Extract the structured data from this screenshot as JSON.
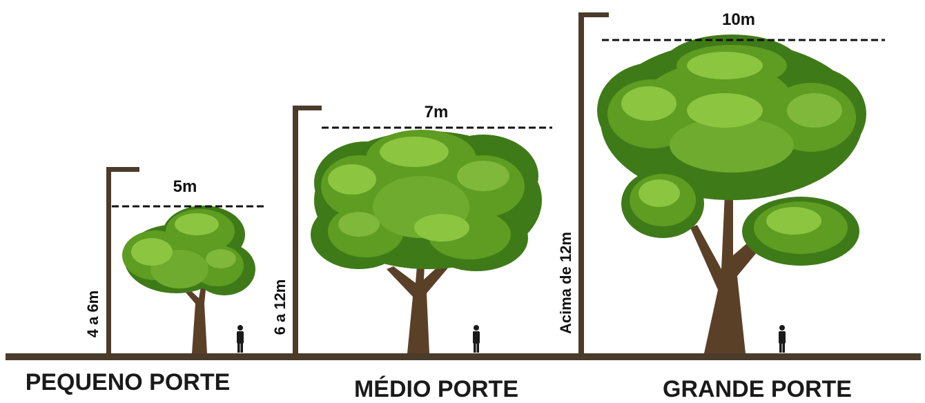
{
  "colors": {
    "ground": "#4a3b2a",
    "pole": "#4a3b2a",
    "canopy_dark": "#3f7a18",
    "canopy_mid": "#5e9c22",
    "canopy_light": "#7fb83a",
    "trunk": "#5b4028",
    "person": "#1a1a1a",
    "dash": "#111111"
  },
  "trees": [
    {
      "id": "pequeno",
      "category": "PEQUENO PORTE",
      "height_label": "4 a 6m",
      "width_label": "5m",
      "person_icon": "person-icon"
    },
    {
      "id": "medio",
      "category": "MÉDIO PORTE",
      "height_label": "6 a 12m",
      "width_label": "7m",
      "person_icon": "person-icon"
    },
    {
      "id": "grande",
      "category": "GRANDE PORTE",
      "height_label": "Acima de 12m",
      "width_label": "10m",
      "person_icon": "person-icon"
    }
  ]
}
